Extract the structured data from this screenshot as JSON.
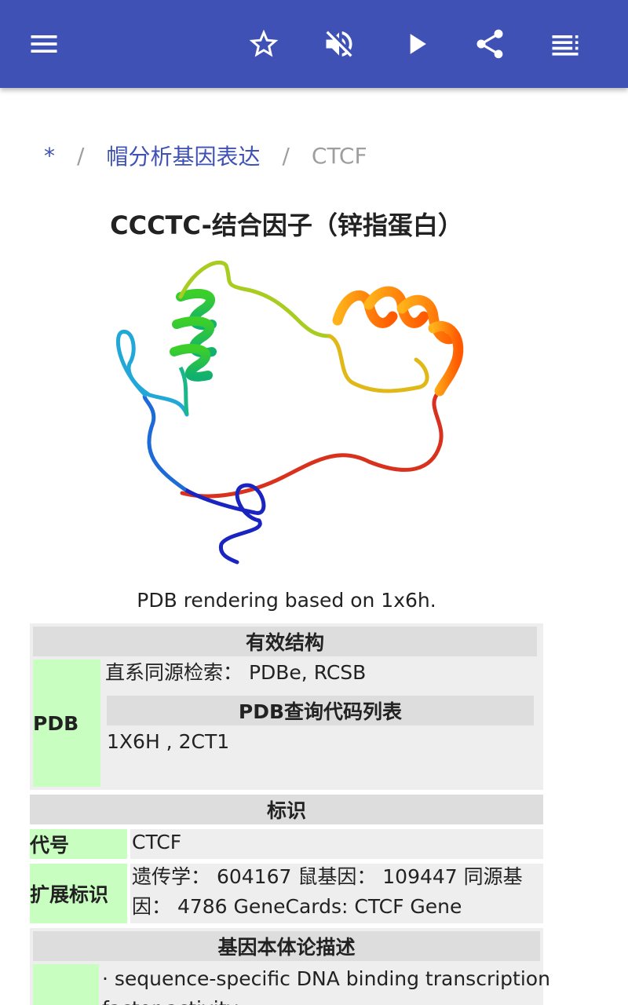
{
  "toolbar": {
    "menu_icon": "hamburger-menu-icon",
    "star_icon": "star-outline-icon",
    "mute_icon": "volume-off-icon",
    "play_icon": "play-icon",
    "share_icon": "share-icon",
    "list_icon": "playlist-icon",
    "color": "#3f51b5"
  },
  "breadcrumb": {
    "root": "*",
    "sep1": "/",
    "parent": "帽分析基因表达",
    "sep2": "/",
    "current": "CTCF"
  },
  "article": {
    "title": "CCCTC-结合因子（锌指蛋白）",
    "image_caption": "PDB rendering based on 1x6h."
  },
  "infobox": {
    "structures_header": "有效结构",
    "pdb_label": "PDB",
    "ortholog_search": "直系同源检索： PDBe, RCSB",
    "pdb_list_header": "PDB查询代码列表",
    "pdb_ids": "1X6H , 2CT1",
    "identifiers_header": "标识",
    "symbol_label": "代号",
    "symbol_value": "CTCF",
    "external_label": "扩展标识",
    "external_line1": "遗传学： 604167 鼠基因： 109447 同源基",
    "external_line2": "因： 4786 GeneCards: CTCF Gene",
    "go_header": "基因本体论描述",
    "go_line1": "· sequence-specific DNA binding transcription",
    "go_line2": "factor activity",
    "label_color": "#c8ffc0"
  }
}
